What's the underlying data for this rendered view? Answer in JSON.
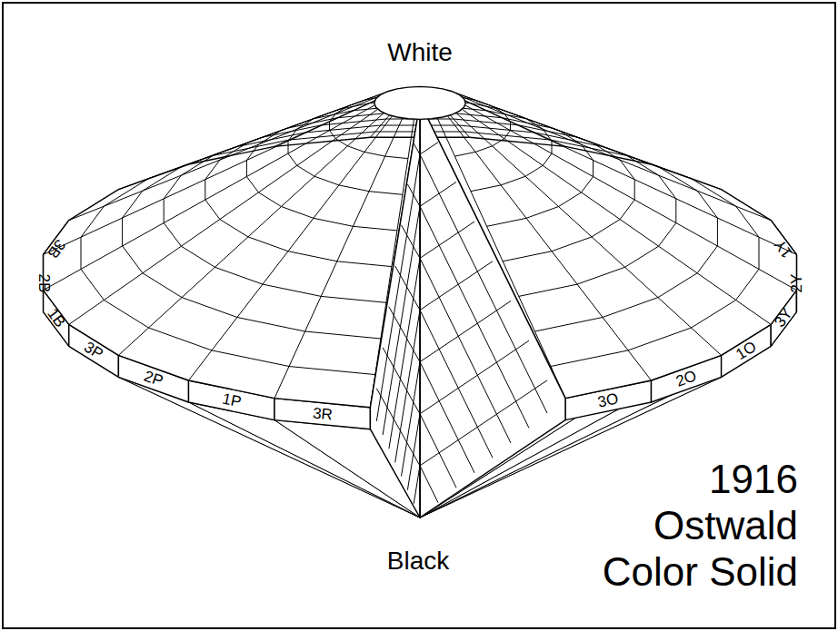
{
  "diagram": {
    "title": "1916 Ostwald Color Solid",
    "labels": [
      "White",
      "3B",
      "2B",
      "1B",
      "3P",
      "2P",
      "1P",
      "3R",
      "3O",
      "2O",
      "1O",
      "3Y",
      "2Y",
      "1Y",
      "Black"
    ]
  }
}
